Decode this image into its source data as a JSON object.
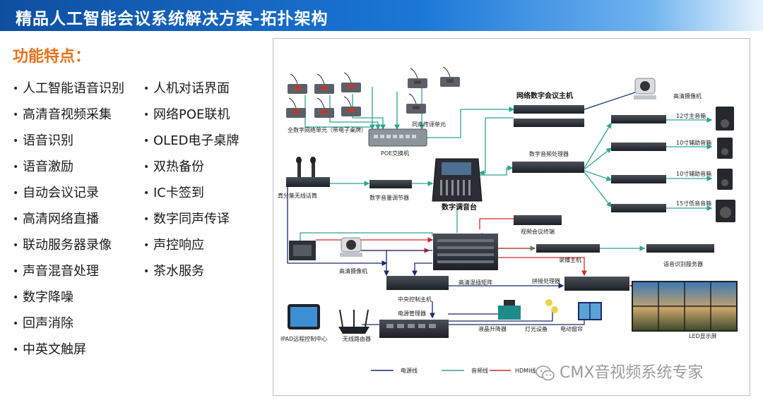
{
  "header": {
    "title": "精品人工智能会议系统解决方案-拓扑架构"
  },
  "features": {
    "title": "功能特点：",
    "left": [
      "人工智能语音识别",
      "高清音视频采集",
      "语音识别",
      "语音激励",
      "自动会议记录",
      "高清网络直播",
      "联动服务器录像",
      "声音混音处理",
      "数字降噪",
      "回声消除",
      "中英文触屏"
    ],
    "right": [
      "人机对话界面",
      "网络POE联机",
      "OLED电子桌牌",
      "双热备份",
      "IC卡签到",
      "数字同声传译",
      "声控响应",
      "茶水服务"
    ]
  },
  "diagram": {
    "labels": {
      "conf_units": "全数字网络单元（带电子桌牌）",
      "interp_units": "同声传译单元",
      "poe_switch": "POE交换机",
      "main_host": "网络数字会议主机",
      "hd_camera_top": "高清摄像机",
      "speaker1": "12寸主音箱",
      "speaker2": "10寸辅助音箱",
      "speaker3": "10寸辅助音箱",
      "speaker4": "15寸低音音箱",
      "dsp": "数字音频处理器",
      "wireless_mic": "真分集无线话筒",
      "mixer_adjuster": "数字音量调节器",
      "digital_mixer": "数字调音台",
      "video_terminal": "视频会议终端",
      "hd_camera_left": "高清摄像机",
      "recorder": "录播主机",
      "speech_server": "语音识别服务器",
      "matrix": "高清混插矩阵",
      "splicer": "拼接处理器",
      "central_control": "中央控制主机",
      "power_manager": "电源管理器",
      "lcd_lift": "液晶升降器",
      "lighting": "灯光设备",
      "curtain": "电动窗帘",
      "led_screen": "LED显示屏",
      "ipad": "IPAD远程控制中心",
      "router": "无线路由器"
    },
    "legend": {
      "power": "电源线",
      "audio": "音频线",
      "hdmi": "HDMI线"
    },
    "colors": {
      "power": "#1a2a6c",
      "audio": "#2ca58d",
      "hdmi": "#d22b2b"
    }
  },
  "watermark": {
    "text": "CMX音视频系统专家",
    "icon": "wechat-icon"
  }
}
